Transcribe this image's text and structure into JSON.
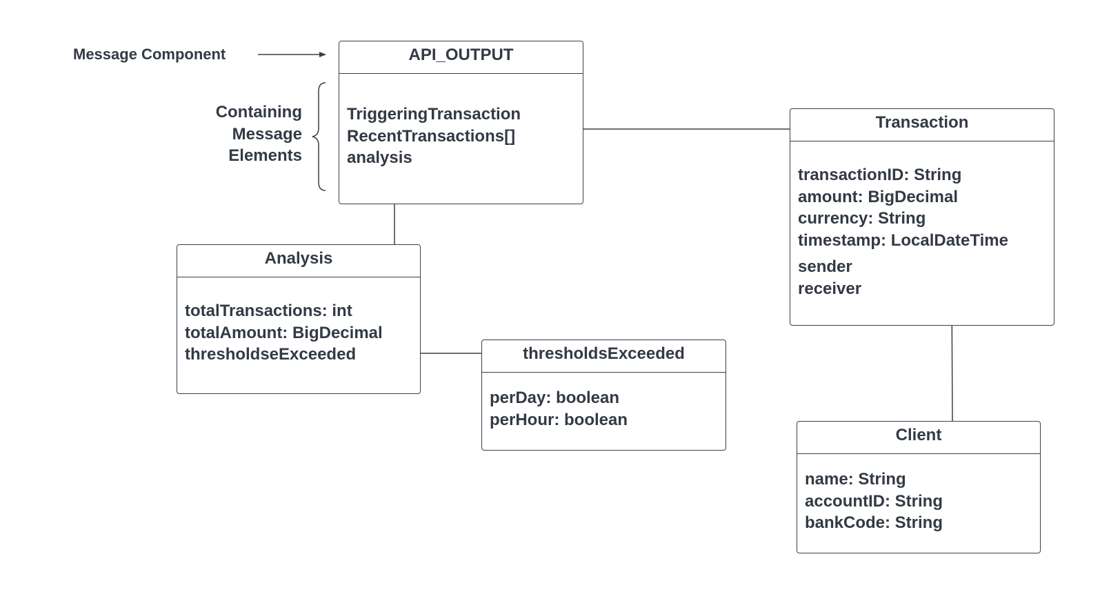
{
  "annotations": {
    "message_component": "Message Component",
    "containing_lines": [
      "Containing",
      "Message",
      "Elements"
    ]
  },
  "classes": {
    "api_output": {
      "title": "API_OUTPUT",
      "attributes": [
        "TriggeringTransaction",
        "RecentTransactions[]",
        "analysis"
      ]
    },
    "transaction": {
      "title": "Transaction",
      "attributes": [
        "transactionID: String",
        "amount: BigDecimal",
        "currency: String",
        "timestamp: LocalDateTime"
      ],
      "party_attributes": [
        "sender",
        "receiver"
      ]
    },
    "analysis": {
      "title": "Analysis",
      "attributes": [
        "totalTransactions: int",
        "totalAmount: BigDecimal",
        "thresholdseExceeded"
      ]
    },
    "thresholds_exceeded": {
      "title": "thresholdsExceeded",
      "attributes": [
        "perDay: boolean",
        "perHour: boolean"
      ]
    },
    "client": {
      "title": "Client",
      "attributes": [
        "name: String",
        "accountID: String",
        "bankCode: String"
      ]
    }
  }
}
